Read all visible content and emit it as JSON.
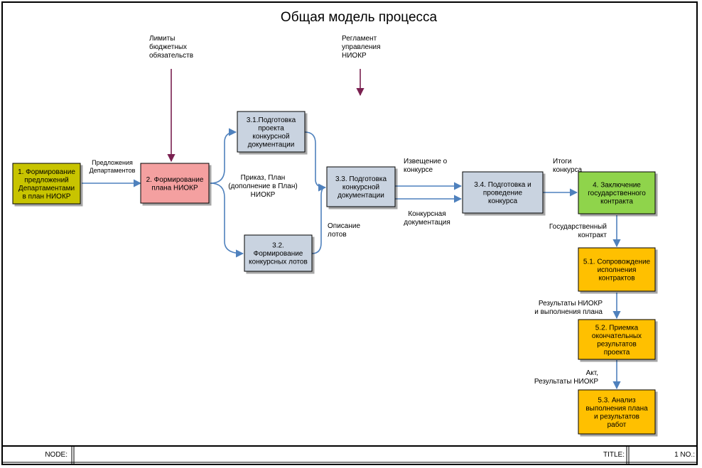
{
  "diagram": {
    "title": "Общая модель процесса",
    "colors": {
      "yellow_box": "#c8c400",
      "red_box": "#f4a0a0",
      "gray_box": "#c9d3e0",
      "green_box": "#8fd44c",
      "orange_box": "#ffc000",
      "arrow_blue": "#4f81bd",
      "arrow_purple": "#7a2050"
    },
    "boxes": [
      {
        "id": "b1",
        "lines": [
          "1. Формирование",
          "предложений",
          "Департаментами",
          "в план НИОКР"
        ]
      },
      {
        "id": "b2",
        "lines": [
          "2. Формирование",
          "плана НИОКР"
        ]
      },
      {
        "id": "b31",
        "lines": [
          "3.1.Подготовка",
          "проекта",
          "конкурсной",
          "документации"
        ]
      },
      {
        "id": "b32",
        "lines": [
          "3.2.",
          "Формирование",
          "конкурсных лотов"
        ]
      },
      {
        "id": "b33",
        "lines": [
          "3.3. Подготовка",
          "конкурсной",
          "документации"
        ]
      },
      {
        "id": "b34",
        "lines": [
          "3.4. Подготовка и",
          "проведение",
          "конкурса"
        ]
      },
      {
        "id": "b4",
        "lines": [
          "4. Заключение",
          "государственного",
          "контракта"
        ]
      },
      {
        "id": "b51",
        "lines": [
          "5.1. Сопровождение",
          "исполнения",
          "контрактов"
        ]
      },
      {
        "id": "b52",
        "lines": [
          "5.2. Приемка",
          "окончательных",
          "результатов",
          "проекта"
        ]
      },
      {
        "id": "b53",
        "lines": [
          "5.3. Анализ",
          "выполнения плана",
          "и результатов",
          "работ"
        ]
      }
    ],
    "labels": {
      "limits": [
        "Лимиты",
        "бюджетных",
        "обязательств"
      ],
      "reglament": [
        "Регламент",
        "управления",
        "НИОКР"
      ],
      "proposals": [
        "Предложения",
        "Департаментов"
      ],
      "order": [
        "Приказ, План",
        "(дополнение в План)",
        "НИОКР"
      ],
      "lots": [
        "Описание",
        "лотов"
      ],
      "notice": [
        "Извещение о",
        "конкурсе"
      ],
      "docs": [
        "Конкурсная",
        "документация"
      ],
      "results": [
        "Итоги",
        "конкурса"
      ],
      "contract": [
        "Государственный",
        "контракт"
      ],
      "niokr_results": [
        "Результаты НИОКР",
        "и выполнения плана"
      ],
      "act": [
        "Акт,",
        "Результаты НИОКР"
      ]
    },
    "footer": {
      "node": "NODE:",
      "title": "TITLE:",
      "number": "1 NO.:"
    }
  }
}
